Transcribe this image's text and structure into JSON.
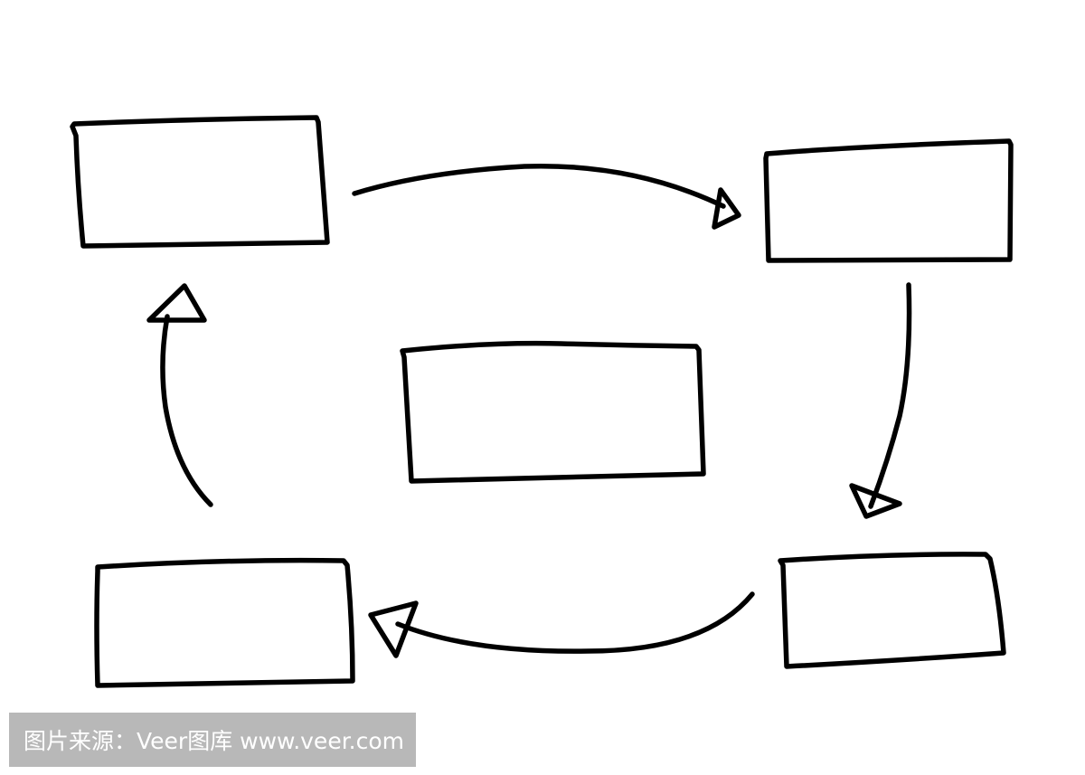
{
  "diagram": {
    "type": "hand-drawn cycle flow",
    "stroke_color": "#000000",
    "background": "#ffffff",
    "boxes": [
      {
        "id": "top-left",
        "label": ""
      },
      {
        "id": "top-right",
        "label": ""
      },
      {
        "id": "center",
        "label": ""
      },
      {
        "id": "bottom-right",
        "label": ""
      },
      {
        "id": "bottom-left",
        "label": ""
      }
    ],
    "arrows": [
      {
        "from": "top-left",
        "to": "top-right"
      },
      {
        "from": "top-right",
        "to": "bottom-right"
      },
      {
        "from": "bottom-right",
        "to": "bottom-left"
      },
      {
        "from": "bottom-left",
        "to": "top-left"
      }
    ]
  },
  "watermark": {
    "text": "图片来源：Veer图库 www.veer.com",
    "background": "#b8b8b8",
    "color": "#ffffff"
  }
}
